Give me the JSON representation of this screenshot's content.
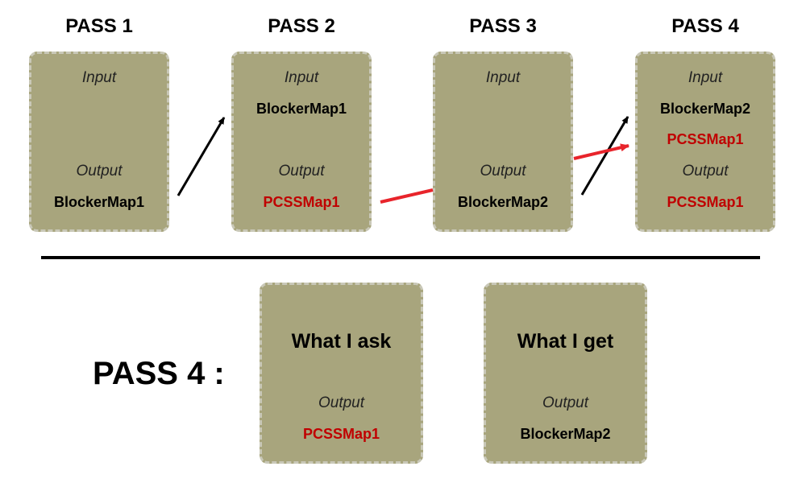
{
  "passes": [
    {
      "title": "PASS 1",
      "input_label": "Input",
      "inputs": [],
      "output_label": "Output",
      "outputs": [
        {
          "text": "BlockerMap1",
          "color": "#000000"
        }
      ]
    },
    {
      "title": "PASS 2",
      "input_label": "Input",
      "inputs": [
        {
          "text": "BlockerMap1",
          "color": "#000000"
        }
      ],
      "output_label": "Output",
      "outputs": [
        {
          "text": "PCSSMap1",
          "color": "#c00000"
        }
      ]
    },
    {
      "title": "PASS 3",
      "input_label": "Input",
      "inputs": [],
      "output_label": "Output",
      "outputs": [
        {
          "text": "BlockerMap2",
          "color": "#000000"
        }
      ]
    },
    {
      "title": "PASS 4",
      "input_label": "Input",
      "inputs": [
        {
          "text": "BlockerMap2",
          "color": "#000000"
        },
        {
          "text": "PCSSMap1",
          "color": "#c00000"
        }
      ],
      "output_label": "Output",
      "outputs": [
        {
          "text": "PCSSMap1",
          "color": "#c00000"
        }
      ]
    }
  ],
  "bottom": {
    "pass_label": "PASS 4 :",
    "ask": {
      "title": "What I ask",
      "output_label": "Output",
      "value": "PCSSMap1",
      "color": "#c00000"
    },
    "get": {
      "title": "What I get",
      "output_label": "Output",
      "value": "BlockerMap2",
      "color": "#000000"
    }
  },
  "colors": {
    "box_fill": "#a8a57d",
    "box_border": "#c9c8b8",
    "arrow_black": "#000000",
    "arrow_red": "#e8242b",
    "highlight_red": "#c00000"
  }
}
